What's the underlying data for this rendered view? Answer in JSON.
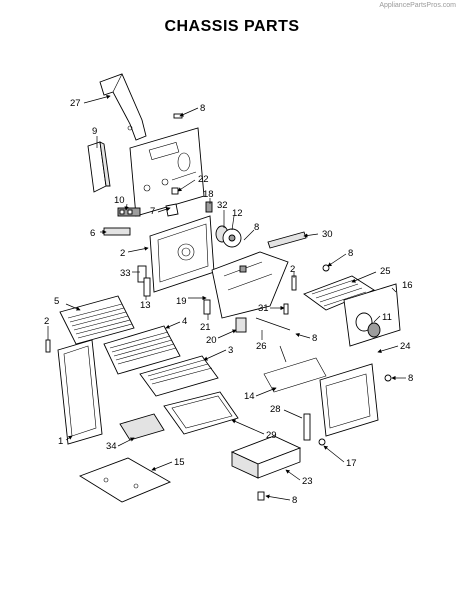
{
  "header": {
    "watermark": "AppliancePartsPros.com",
    "title": "CHASSIS PARTS"
  },
  "callouts": [
    {
      "id": "c27a",
      "label": "27"
    },
    {
      "id": "c8a",
      "label": "8"
    },
    {
      "id": "c9",
      "label": "9"
    },
    {
      "id": "c22",
      "label": "22"
    },
    {
      "id": "c18",
      "label": "18"
    },
    {
      "id": "c10",
      "label": "10"
    },
    {
      "id": "c7",
      "label": "7"
    },
    {
      "id": "c32",
      "label": "32"
    },
    {
      "id": "c12",
      "label": "12"
    },
    {
      "id": "c8b",
      "label": "8"
    },
    {
      "id": "c6",
      "label": "6"
    },
    {
      "id": "c30",
      "label": "30"
    },
    {
      "id": "c2a",
      "label": "2"
    },
    {
      "id": "c8c",
      "label": "8"
    },
    {
      "id": "c33",
      "label": "33"
    },
    {
      "id": "c25",
      "label": "25"
    },
    {
      "id": "c2b",
      "label": "2"
    },
    {
      "id": "c16",
      "label": "16"
    },
    {
      "id": "c13",
      "label": "13"
    },
    {
      "id": "c19",
      "label": "19"
    },
    {
      "id": "c5",
      "label": "5"
    },
    {
      "id": "c31",
      "label": "31"
    },
    {
      "id": "c11",
      "label": "11"
    },
    {
      "id": "c2c",
      "label": "2"
    },
    {
      "id": "c4",
      "label": "4"
    },
    {
      "id": "c21",
      "label": "21"
    },
    {
      "id": "c20",
      "label": "20"
    },
    {
      "id": "c8d",
      "label": "8"
    },
    {
      "id": "c26",
      "label": "26"
    },
    {
      "id": "c24",
      "label": "24"
    },
    {
      "id": "c3",
      "label": "3"
    },
    {
      "id": "c8e",
      "label": "8"
    },
    {
      "id": "c14",
      "label": "14"
    },
    {
      "id": "c28",
      "label": "28"
    },
    {
      "id": "c29",
      "label": "29"
    },
    {
      "id": "c34",
      "label": "34"
    },
    {
      "id": "c1",
      "label": "1"
    },
    {
      "id": "c15",
      "label": "15"
    },
    {
      "id": "c17",
      "label": "17"
    },
    {
      "id": "c23",
      "label": "23"
    },
    {
      "id": "c8f",
      "label": "8"
    }
  ]
}
